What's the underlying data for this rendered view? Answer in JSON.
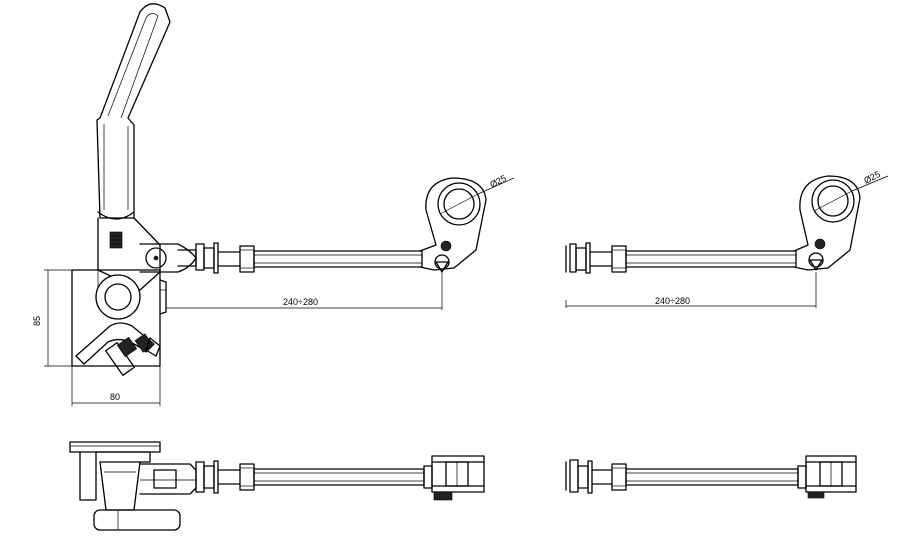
{
  "dimensions": {
    "top_left_length": "240÷280",
    "top_right_length": "240÷280",
    "height": "85",
    "width": "80",
    "diameter_left": "Ø25",
    "diameter_right": "Ø25"
  }
}
